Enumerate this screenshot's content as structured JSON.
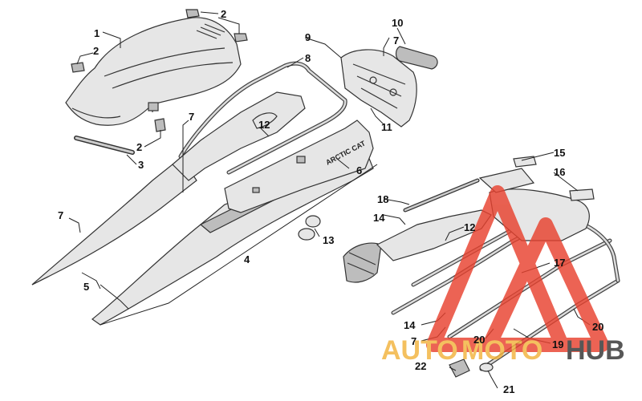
{
  "callouts": [
    {
      "id": "c1",
      "label": "1"
    },
    {
      "id": "c2a",
      "label": "2"
    },
    {
      "id": "c2b",
      "label": "2"
    },
    {
      "id": "c2c",
      "label": "2"
    },
    {
      "id": "c3",
      "label": "3"
    },
    {
      "id": "c4",
      "label": "4"
    },
    {
      "id": "c5",
      "label": "5"
    },
    {
      "id": "c6",
      "label": "6"
    },
    {
      "id": "c7a",
      "label": "7"
    },
    {
      "id": "c7b",
      "label": "7"
    },
    {
      "id": "c7c",
      "label": "7"
    },
    {
      "id": "c7d",
      "label": "7"
    },
    {
      "id": "c8",
      "label": "8"
    },
    {
      "id": "c9",
      "label": "9"
    },
    {
      "id": "c10",
      "label": "10"
    },
    {
      "id": "c11",
      "label": "11"
    },
    {
      "id": "c12a",
      "label": "12"
    },
    {
      "id": "c12b",
      "label": "12"
    },
    {
      "id": "c13",
      "label": "13"
    },
    {
      "id": "c14a",
      "label": "14"
    },
    {
      "id": "c14b",
      "label": "14"
    },
    {
      "id": "c15",
      "label": "15"
    },
    {
      "id": "c16",
      "label": "16"
    },
    {
      "id": "c17",
      "label": "17"
    },
    {
      "id": "c18",
      "label": "18"
    },
    {
      "id": "c19",
      "label": "19"
    },
    {
      "id": "c20a",
      "label": "20"
    },
    {
      "id": "c20b",
      "label": "20"
    },
    {
      "id": "c21",
      "label": "21"
    },
    {
      "id": "c22",
      "label": "22"
    }
  ],
  "part_marking": "ARCTIC CAT",
  "watermark": {
    "word1": "AUTO",
    "word2": "MOTO",
    "word3": "HUB",
    "color_primary": "#e8422f",
    "color_secondary": "#f2b33d",
    "color_dark": "#333333"
  }
}
